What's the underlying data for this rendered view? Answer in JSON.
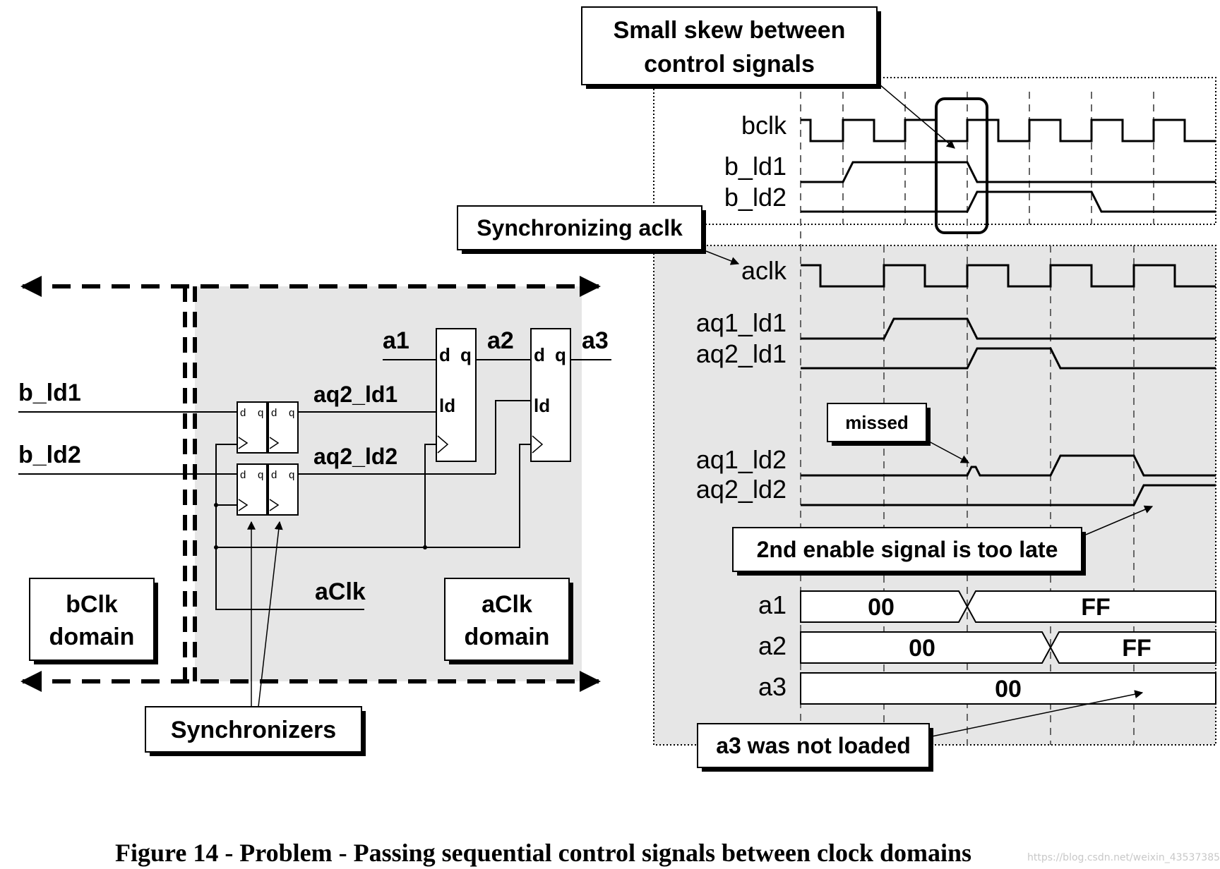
{
  "callouts": {
    "skew_line1": "Small skew between",
    "skew_line2": "control signals",
    "sync_aclk": "Synchronizing aclk",
    "missed": "missed",
    "too_late": "2nd enable signal is too late",
    "not_loaded": "a3 was not loaded",
    "synchronizers": "Synchronizers"
  },
  "schematic": {
    "b_ld1": "b_ld1",
    "b_ld2": "b_ld2",
    "aq2_ld1": "aq2_ld1",
    "aq2_ld2": "aq2_ld2",
    "a1": "a1",
    "a2": "a2",
    "a3": "a3",
    "aClk": "aClk",
    "bclk_domain_1": "bClk",
    "bclk_domain_2": "domain",
    "aclk_domain_1": "aClk",
    "aclk_domain_2": "domain",
    "ff_d": "d",
    "ff_q": "q",
    "ff_ld": "ld"
  },
  "waveforms": {
    "bclk": "bclk",
    "b_ld1": "b_ld1",
    "b_ld2": "b_ld2",
    "aclk": "aclk",
    "aq1_ld1": "aq1_ld1",
    "aq2_ld1": "aq2_ld1",
    "aq1_ld2": "aq1_ld2",
    "aq2_ld2": "aq2_ld2",
    "a1": "a1",
    "a2": "a2",
    "a3": "a3",
    "a1_before": "00",
    "a1_after": "FF",
    "a2_before": "00",
    "a2_after": "FF",
    "a3_value": "00"
  },
  "caption": "Figure 14 - Problem - Passing sequential control signals between clock domains",
  "watermark": "https://blog.csdn.net/weixin_43537385"
}
